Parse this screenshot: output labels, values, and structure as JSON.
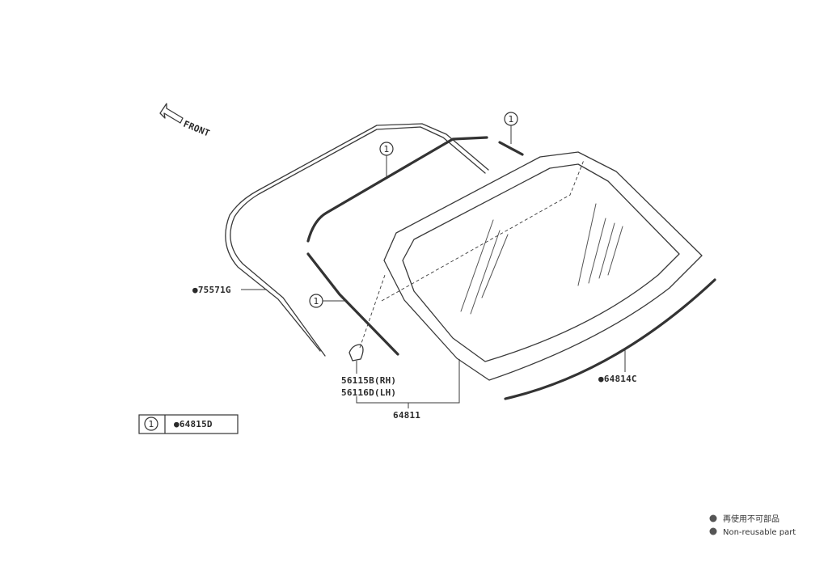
{
  "diagram": {
    "front_label": "FRONT",
    "callout_symbol": "1",
    "labels": {
      "part_75571G": "●75571G",
      "part_56115B": "56115B(RH)",
      "part_56116D": "56116D(LH)",
      "part_64811": "64811",
      "part_64814C": "●64814C"
    },
    "key_box": {
      "symbol": "1",
      "part": "●64815D"
    },
    "legend": [
      {
        "marker": "●",
        "text": "再使用不可部品"
      },
      {
        "marker": "●",
        "text": "Non-reusable part"
      }
    ]
  }
}
